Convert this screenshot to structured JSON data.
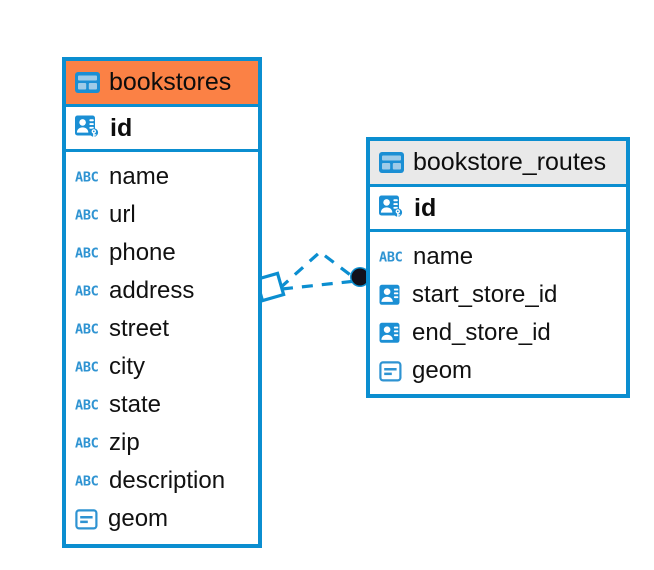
{
  "diagram": {
    "kind": "entity-relationship-diagram",
    "background_color": "#ffffff",
    "accent_color": "#0b8ed0",
    "highlight_color": "#fb8145",
    "header_neutral_color": "#e9e9e9"
  },
  "entities": [
    {
      "name": "bookstores",
      "header_style": "accent-orange",
      "table_icon": "table-icon",
      "primary_key": {
        "label": "id",
        "icon": "primary-key-icon"
      },
      "fields": [
        {
          "label": "name",
          "icon": "text-type-icon"
        },
        {
          "label": "url",
          "icon": "text-type-icon"
        },
        {
          "label": "phone",
          "icon": "text-type-icon"
        },
        {
          "label": "address",
          "icon": "text-type-icon"
        },
        {
          "label": "street",
          "icon": "text-type-icon"
        },
        {
          "label": "city",
          "icon": "text-type-icon"
        },
        {
          "label": "state",
          "icon": "text-type-icon"
        },
        {
          "label": "zip",
          "icon": "text-type-icon"
        },
        {
          "label": "description",
          "icon": "text-type-icon"
        },
        {
          "label": "geom",
          "icon": "geometry-type-icon"
        }
      ]
    },
    {
      "name": "bookstore_routes",
      "header_style": "accent-gray",
      "table_icon": "table-icon",
      "primary_key": {
        "label": "id",
        "icon": "primary-key-icon"
      },
      "fields": [
        {
          "label": "name",
          "icon": "text-type-icon"
        },
        {
          "label": "start_store_id",
          "icon": "foreign-key-icon"
        },
        {
          "label": "end_store_id",
          "icon": "foreign-key-icon"
        },
        {
          "label": "geom",
          "icon": "geometry-type-icon"
        }
      ]
    }
  ],
  "relationship": {
    "source_entity": "bookstores",
    "target_entity": "bookstore_routes",
    "source_marker": "diamond-marker",
    "target_marker": "filled-circle-marker",
    "line_style": "dashed",
    "line_color": "#0b8ed0",
    "branch_count": 2
  }
}
